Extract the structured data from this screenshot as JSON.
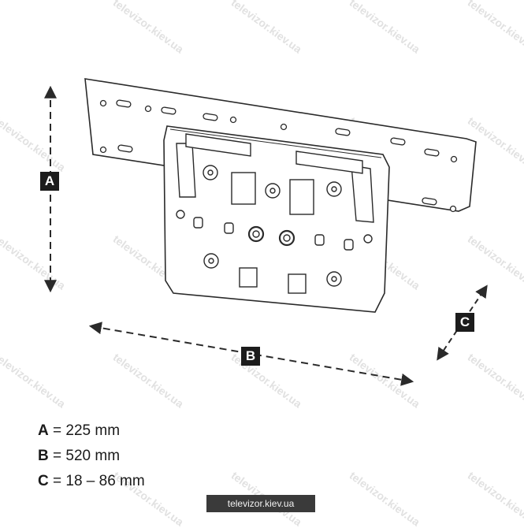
{
  "watermark": "televizor.kiev.ua",
  "dimension_labels": {
    "a": "A",
    "b": "B",
    "c": "C"
  },
  "legend": [
    {
      "key": "A",
      "eq": " = ",
      "value": "225 mm"
    },
    {
      "key": "B",
      "eq": " = ",
      "value": "520 mm"
    },
    {
      "key": "C",
      "eq": " = ",
      "value": "18 – 86 mm"
    }
  ],
  "footer_tag": "televizor.kiev.ua",
  "colors": {
    "line": "#2a2a2a",
    "badge": "#1c1c1c",
    "watermark": "#9a9a9a"
  },
  "icons": [
    "double-arrow-icon"
  ]
}
